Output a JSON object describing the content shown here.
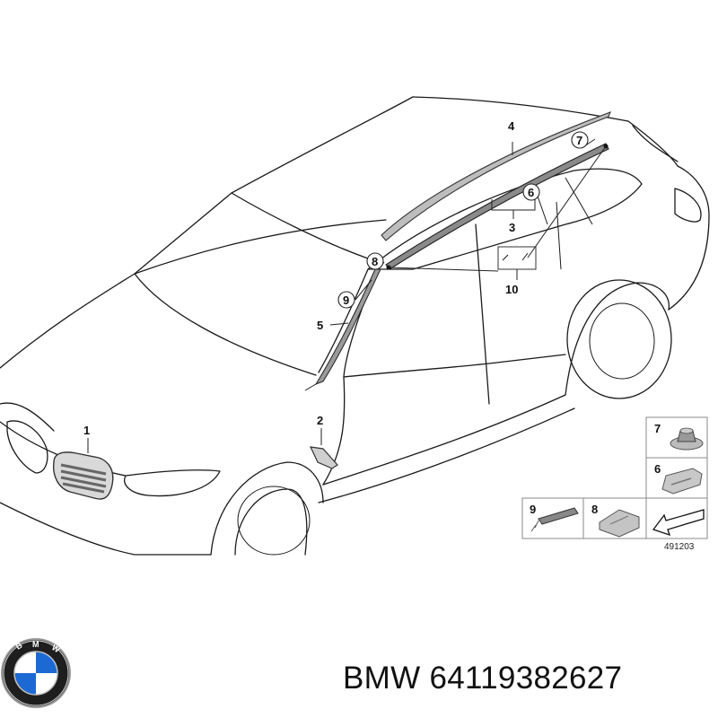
{
  "callouts": {
    "n1": "1",
    "n2": "2",
    "n3": "3",
    "n4": "4",
    "n5": "5",
    "n6": "6",
    "n7": "7",
    "n8": "8",
    "n9": "9",
    "n10": "10"
  },
  "thumbnails": {
    "t7": "7",
    "t6": "6",
    "t9": "9",
    "t8": "8"
  },
  "diagram_ref": "491203",
  "caption": {
    "brand": "BMW",
    "part_number": "64119382627"
  },
  "logo": {
    "lettering": "BMW",
    "colors": {
      "blue": "#1c69d4",
      "white": "#ffffff",
      "ring": "#111111",
      "chrome": "#c0c0c0"
    }
  }
}
